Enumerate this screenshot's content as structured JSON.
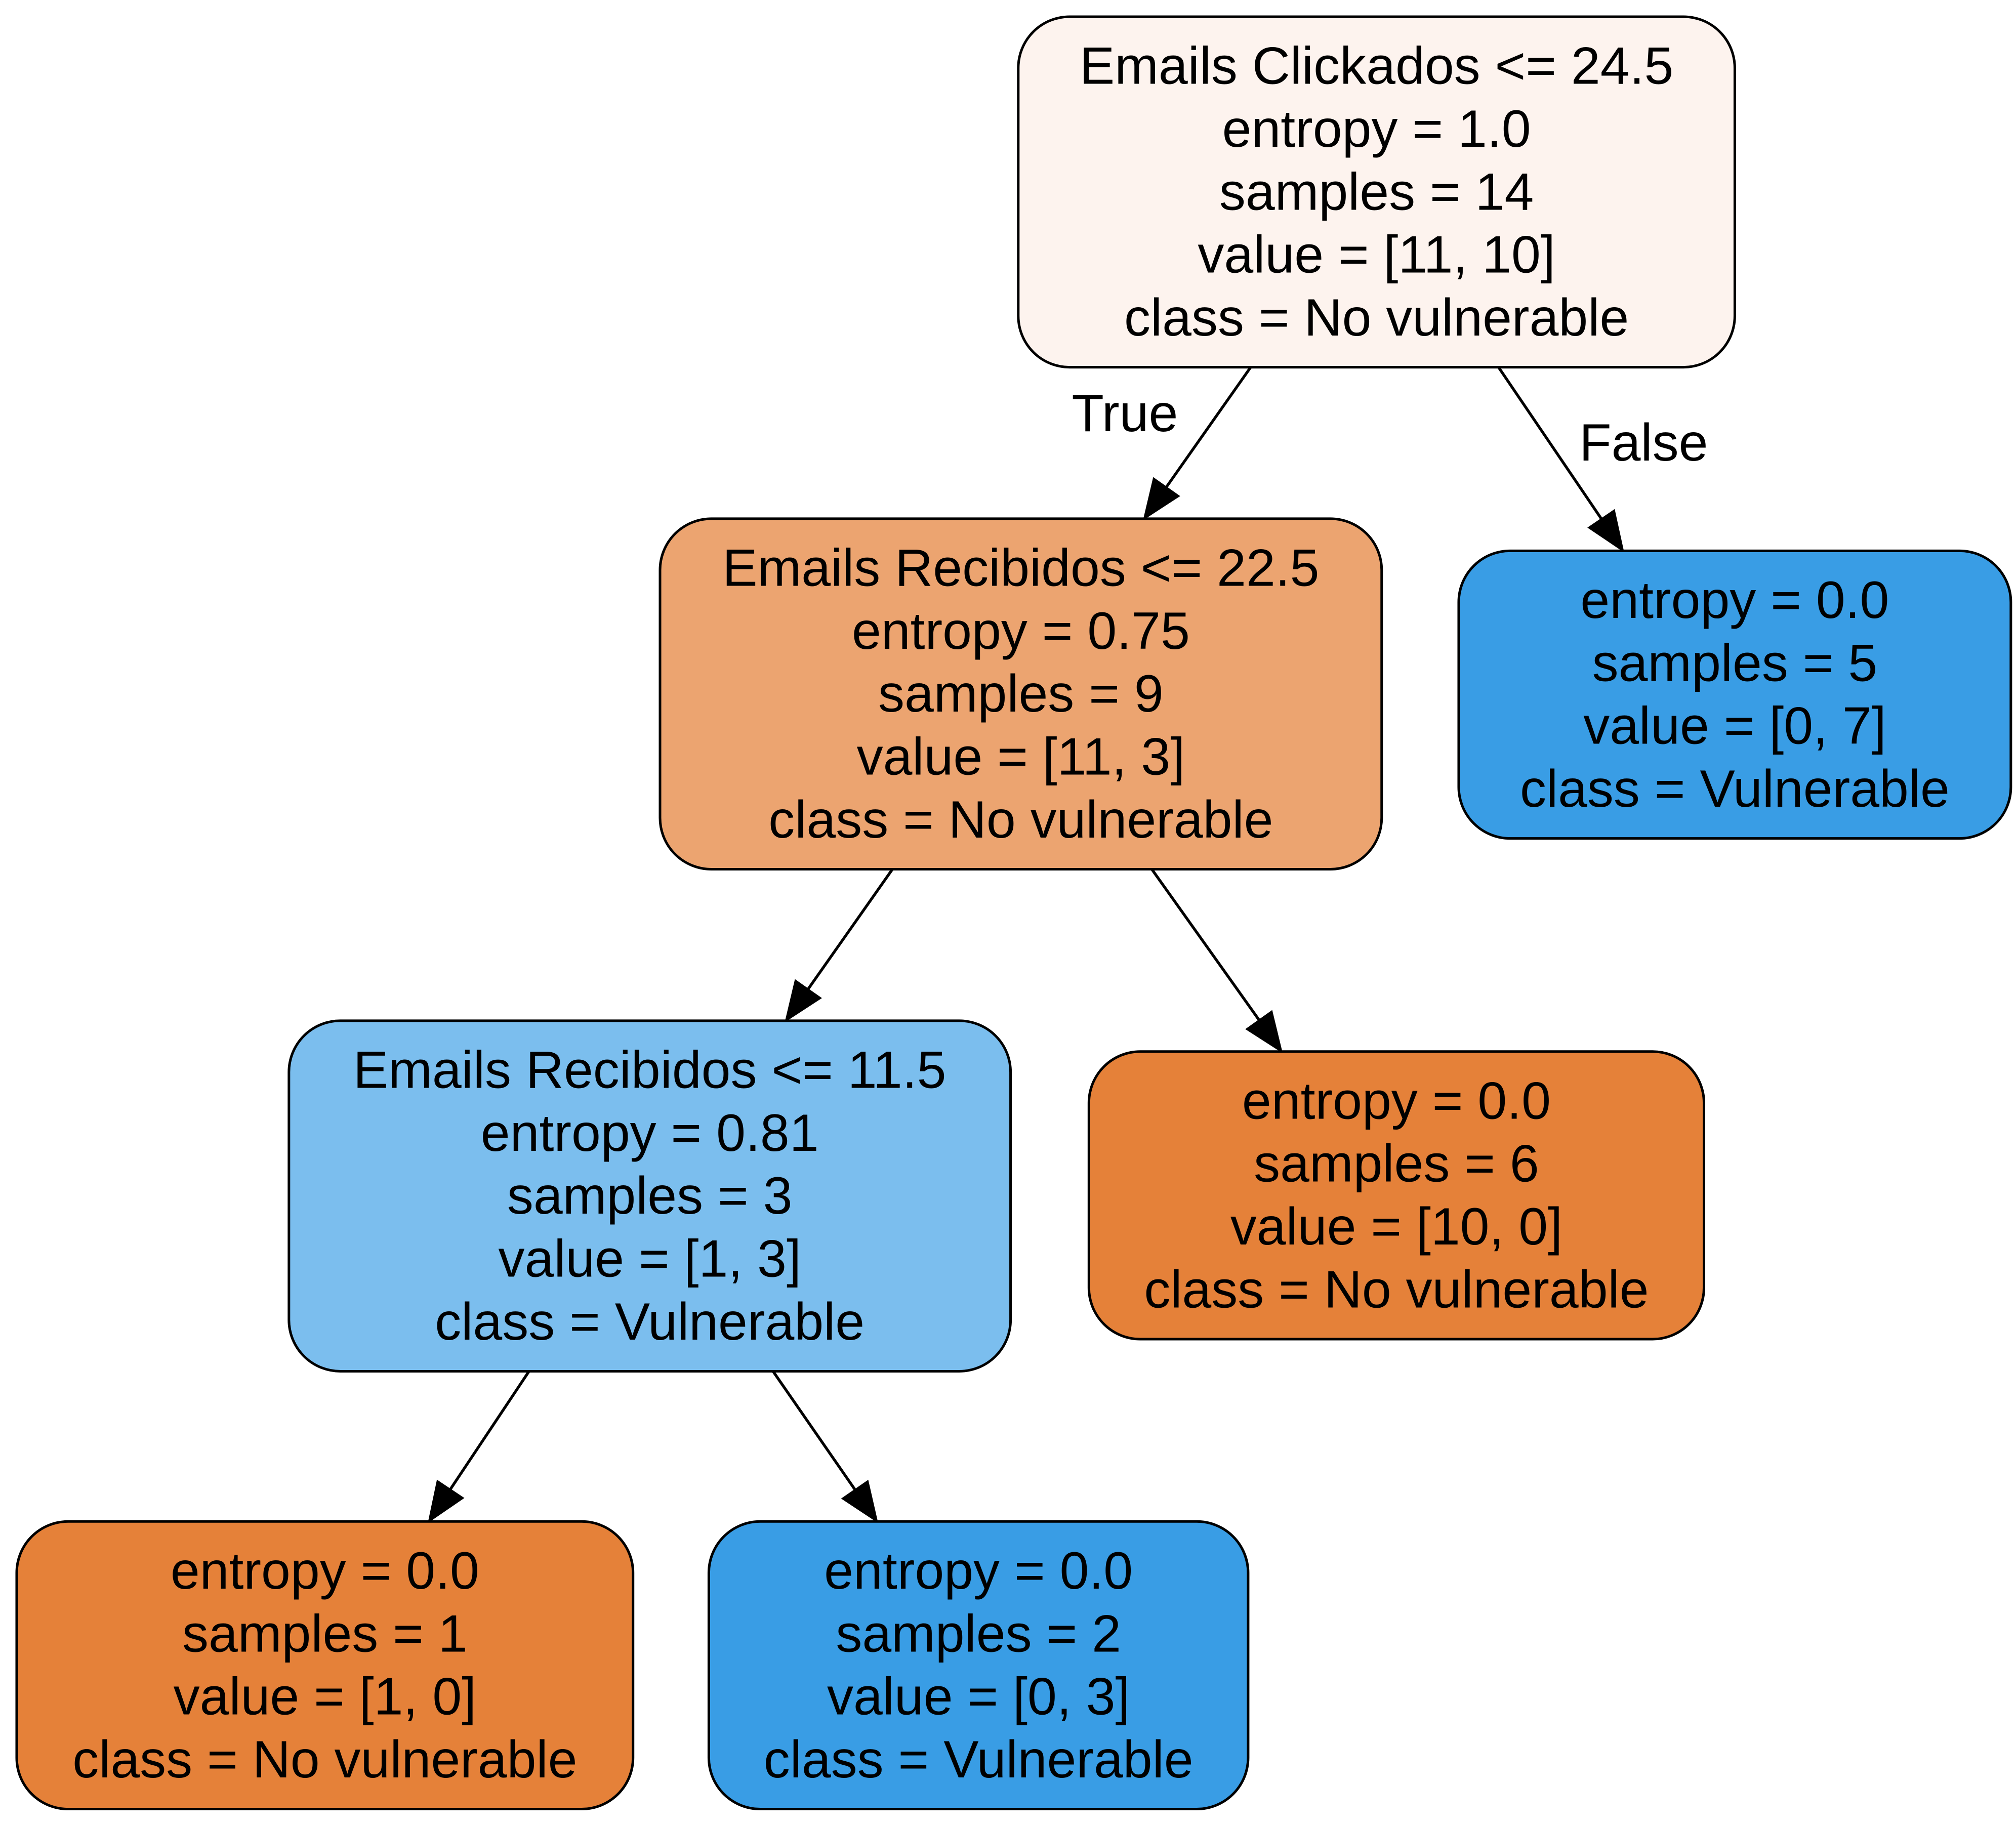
{
  "tree": {
    "nodes": [
      {
        "id": "root",
        "fill": "#fdf3ee",
        "lines": [
          "Emails Clickados <= 24.5",
          "entropy = 1.0",
          "samples = 14",
          "value = [11, 10]",
          "class = No vulnerable"
        ]
      },
      {
        "id": "n1",
        "fill": "#eca470",
        "lines": [
          "Emails Recibidos <= 22.5",
          "entropy = 0.75",
          "samples = 9",
          "value = [11, 3]",
          "class = No vulnerable"
        ]
      },
      {
        "id": "n2",
        "fill": "#399de5",
        "lines": [
          "entropy = 0.0",
          "samples = 5",
          "value = [0, 7]",
          "class = Vulnerable"
        ]
      },
      {
        "id": "n3",
        "fill": "#7bbeee",
        "lines": [
          "Emails Recibidos <= 11.5",
          "entropy = 0.81",
          "samples = 3",
          "value = [1, 3]",
          "class = Vulnerable"
        ]
      },
      {
        "id": "n4",
        "fill": "#e58139",
        "lines": [
          "entropy = 0.0",
          "samples = 6",
          "value = [10, 0]",
          "class = No vulnerable"
        ]
      },
      {
        "id": "n5",
        "fill": "#e58139",
        "lines": [
          "entropy = 0.0",
          "samples = 1",
          "value = [1, 0]",
          "class = No vulnerable"
        ]
      },
      {
        "id": "n6",
        "fill": "#399de5",
        "lines": [
          "entropy = 0.0",
          "samples = 2",
          "value = [0, 3]",
          "class = Vulnerable"
        ]
      }
    ],
    "edges": [
      {
        "from": "root",
        "to": "n1",
        "label": "True"
      },
      {
        "from": "root",
        "to": "n2",
        "label": "False"
      },
      {
        "from": "n1",
        "to": "n3",
        "label": ""
      },
      {
        "from": "n1",
        "to": "n4",
        "label": ""
      },
      {
        "from": "n3",
        "to": "n5",
        "label": ""
      },
      {
        "from": "n3",
        "to": "n6",
        "label": ""
      }
    ]
  }
}
